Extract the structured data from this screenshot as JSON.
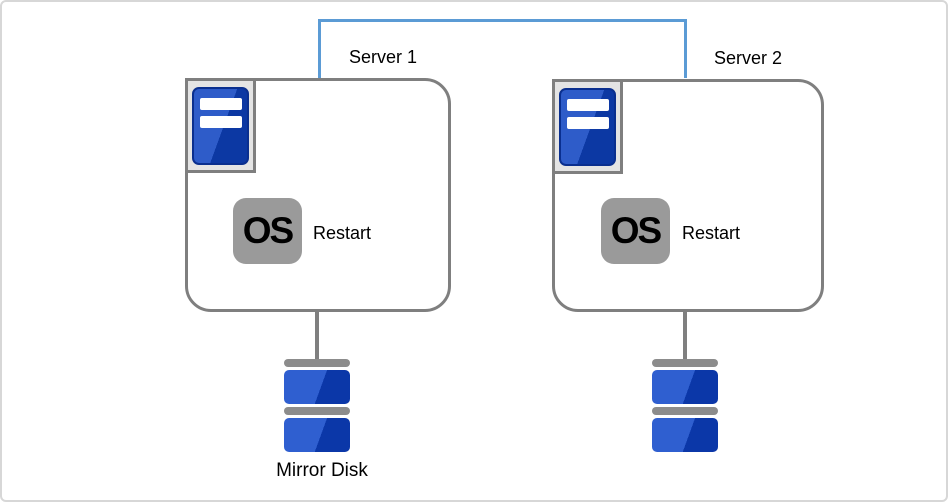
{
  "diagram": {
    "servers": [
      {
        "label": "Server 1",
        "os_badge": "OS",
        "action": "Restart"
      },
      {
        "label": "Server 2",
        "os_badge": "OS",
        "action": "Restart"
      }
    ],
    "mirror_disk": {
      "label": "Mirror Disk"
    },
    "colors": {
      "interconnect_blue": "#5B9BD5",
      "box_border_gray": "#7F7F7F",
      "icon_frame_fill": "#E4E4E4",
      "server_icon_light_blue": "#2E5CC9",
      "server_icon_dark_blue": "#0C38A3",
      "os_badge_gray": "#9A9A9A",
      "disk_light_blue": "#2F5FD0",
      "disk_dark_blue": "#0B37A8",
      "disk_bar_gray": "#8C8C8C"
    }
  }
}
